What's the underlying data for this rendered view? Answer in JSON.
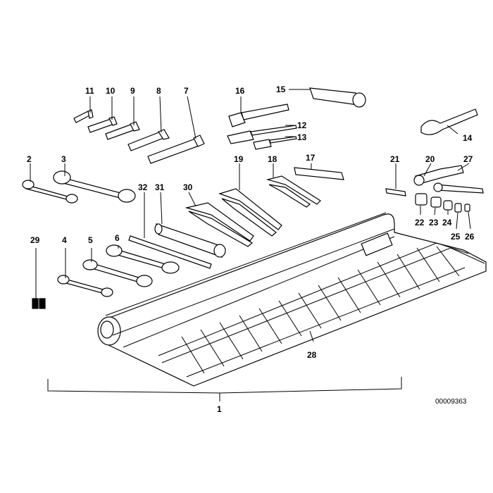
{
  "diagram": {
    "reference_code": "00009363",
    "callouts": [
      {
        "id": "1",
        "label": "1"
      },
      {
        "id": "2",
        "label": "2"
      },
      {
        "id": "3",
        "label": "3"
      },
      {
        "id": "4",
        "label": "4"
      },
      {
        "id": "5",
        "label": "5"
      },
      {
        "id": "6",
        "label": "6"
      },
      {
        "id": "7",
        "label": "7"
      },
      {
        "id": "8",
        "label": "8"
      },
      {
        "id": "9",
        "label": "9"
      },
      {
        "id": "10",
        "label": "10"
      },
      {
        "id": "11",
        "label": "11"
      },
      {
        "id": "12",
        "label": "12"
      },
      {
        "id": "13",
        "label": "13"
      },
      {
        "id": "14",
        "label": "14"
      },
      {
        "id": "15",
        "label": "15"
      },
      {
        "id": "16",
        "label": "16"
      },
      {
        "id": "17",
        "label": "17"
      },
      {
        "id": "18",
        "label": "18"
      },
      {
        "id": "19",
        "label": "19"
      },
      {
        "id": "20",
        "label": "20"
      },
      {
        "id": "21",
        "label": "21"
      },
      {
        "id": "22",
        "label": "22"
      },
      {
        "id": "23",
        "label": "23"
      },
      {
        "id": "24",
        "label": "24"
      },
      {
        "id": "25",
        "label": "25"
      },
      {
        "id": "26",
        "label": "26"
      },
      {
        "id": "27",
        "label": "27"
      },
      {
        "id": "28",
        "label": "28"
      },
      {
        "id": "29",
        "label": "29"
      },
      {
        "id": "30",
        "label": "30"
      },
      {
        "id": "31",
        "label": "31"
      },
      {
        "id": "32",
        "label": "32"
      }
    ]
  }
}
